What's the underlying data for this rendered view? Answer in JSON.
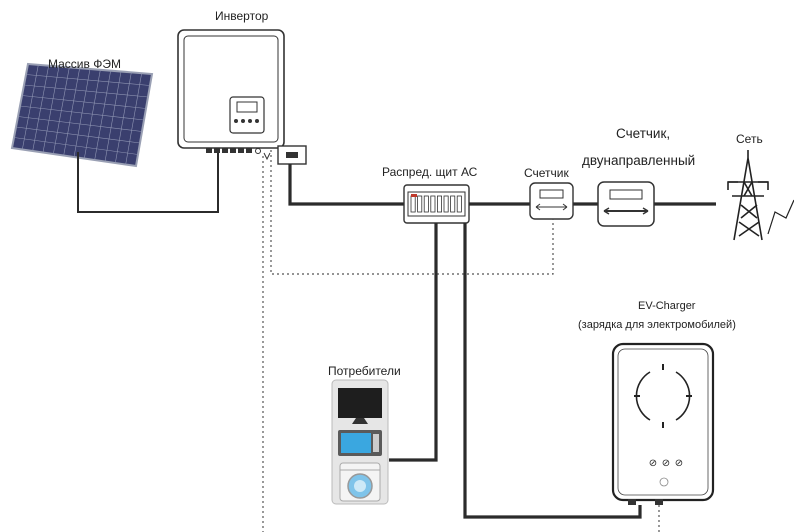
{
  "labels": {
    "inverter": "Инвертор",
    "pv_array": "Массив ФЭМ",
    "ac_panel": "Распред. щит АС",
    "meter": "Счетчик",
    "bidir_meter_line1": "Счетчик,",
    "bidir_meter_line2": "двунаправленный",
    "grid": "Сеть",
    "consumers": "Потребители",
    "ev_charger_line1": "EV-Charger",
    "ev_charger_line2": "(зарядка для электромобилей)"
  },
  "colors": {
    "power_line": "#2b2b2b",
    "comm_line": "#555555",
    "device_outline": "#333333",
    "pv_cell": "#3a3f6e",
    "panel_led": "#c0392b",
    "appliance_bg": "#e6e6e6"
  },
  "icons": [
    "pv-panel-icon",
    "inverter-icon",
    "ac-panel-icon",
    "meter-icon",
    "bidirectional-meter-icon",
    "grid-tower-icon",
    "tv-icon",
    "microwave-icon",
    "washing-machine-icon",
    "ev-charger-icon"
  ]
}
